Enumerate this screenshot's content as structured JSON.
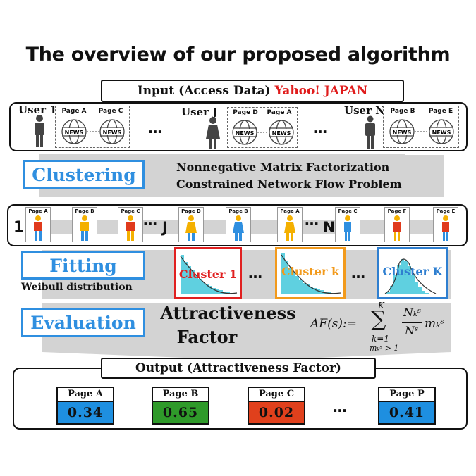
{
  "title": "The overview of our proposed algorithm",
  "input": {
    "label": "Input (Access Data) ",
    "source": "Yahoo! JAPAN",
    "users": [
      {
        "label": "User 1",
        "pages": [
          "Page A",
          "Page C"
        ]
      },
      {
        "label": "User J",
        "pages": [
          "Page D",
          "Page A"
        ]
      },
      {
        "label": "User N",
        "pages": [
          "Page B",
          "Page E"
        ]
      }
    ],
    "news_label": "NEWS",
    "ellipsis": "…"
  },
  "clustering": {
    "label": "Clustering",
    "method1": "Nonnegative Matrix Factorization",
    "method2": "Constrained Network Flow Problem"
  },
  "sequence": {
    "groups": [
      {
        "label": "1",
        "pages": [
          "Page A",
          "Page B",
          "Page C"
        ]
      },
      {
        "label": "J",
        "pages": [
          "Page D",
          "Page B",
          "Page A"
        ]
      },
      {
        "label": "N",
        "pages": [
          "Page C",
          "Page F",
          "Page E"
        ]
      }
    ],
    "ellipsis": "…"
  },
  "fitting": {
    "label": "Fitting",
    "sublabel": "Weibull distribution",
    "clusters": [
      {
        "label": "Cluster 1",
        "color": "#e02020"
      },
      {
        "label": "Cluster k",
        "color": "#f29a1c"
      },
      {
        "label": "Cluster K",
        "color": "#2f7fd0"
      }
    ],
    "ellipsis": "…"
  },
  "evaluation": {
    "label": "Evaluation",
    "factor_line1": "Attractiveness",
    "factor_line2": "Factor",
    "formula_lhs": "AF(s):=",
    "sum_symbol": "∑",
    "sum_upper": "K",
    "sum_lower1": "k=1",
    "sum_lower2": "mₖˢ > 1",
    "frac_num": "Nₖˢ",
    "frac_den": "Nˢ",
    "tail": "mₖˢ"
  },
  "output": {
    "label": "Output (Attractiveness Factor)",
    "pages": [
      {
        "name": "Page A",
        "value": "0.34",
        "color": "#1e8fe0"
      },
      {
        "name": "Page B",
        "value": "0.65",
        "color": "#2f9a2a"
      },
      {
        "name": "Page C",
        "value": "0.02",
        "color": "#e0401c"
      },
      {
        "name": "Page P",
        "value": "0.41",
        "color": "#1e8fe0"
      }
    ],
    "ellipsis": "…"
  },
  "colors": {
    "accent_blue": "#2f8fe0",
    "yahoo_red": "#e01c1c",
    "flow_grey": "#d3d3d3"
  },
  "icons": [
    "person-icon",
    "news-globe-icon",
    "histogram-icon"
  ]
}
